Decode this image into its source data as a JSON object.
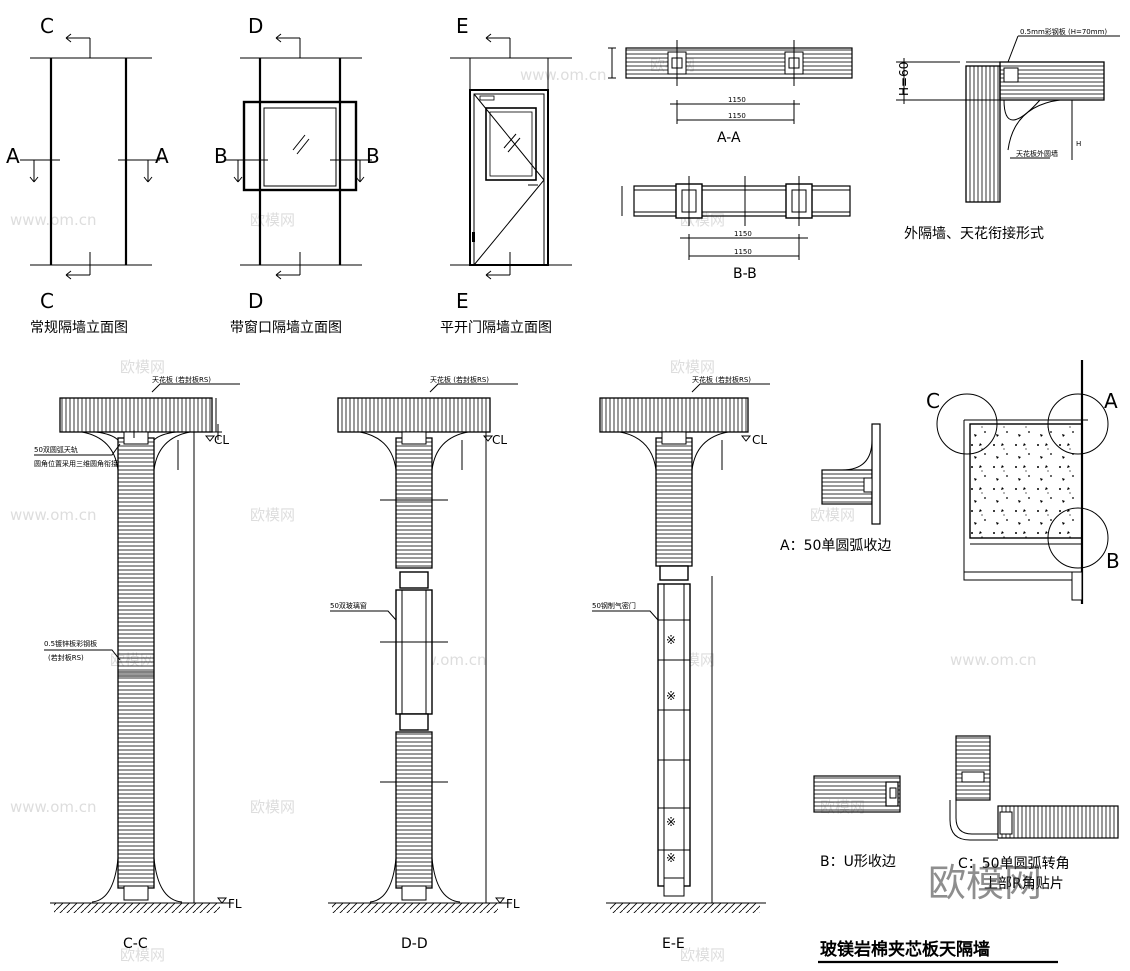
{
  "elevations": {
    "plain": {
      "section_top": "C",
      "section_bottom": "C",
      "side_left": "A",
      "side_right": "A",
      "caption": "常规隔墙立面图"
    },
    "window": {
      "section_top": "D",
      "section_bottom": "D",
      "side_left": "B",
      "side_right": "B",
      "caption": "带窗口隔墙立面图"
    },
    "door": {
      "section_top": "E",
      "section_bottom": "E",
      "caption": "平开门隔墙立面图"
    }
  },
  "sections": {
    "aa": {
      "label": "A-A",
      "dim": "1150"
    },
    "bb": {
      "label": "B-B",
      "dim": "1150"
    },
    "cc": {
      "label": "C-C"
    },
    "dd": {
      "label": "D-D"
    },
    "ee": {
      "label": "E-E"
    }
  },
  "junction": {
    "top_note": "0.5mm彩钢板 (H=70mm)",
    "height_label": "H=60",
    "side_label": "H",
    "lower_note": "天花板外圆墙",
    "caption": "外隔墙、天花衔接形式"
  },
  "notes": {
    "ceiling_panel": "天花板 (若封板RS)",
    "cl": "CL",
    "fl": "FL",
    "cove_1": "50双圆弧天轨",
    "cove_2": "圆角位置采用三维圆角衔接",
    "panel_1": "0.5镀锌板彩钢板",
    "panel_2": "(若封板RS)",
    "window_note": "50双玻璃窗",
    "door_note": "50钢制气密门"
  },
  "corner_plan": {
    "c": "C",
    "a": "A",
    "b": "B"
  },
  "details": {
    "a_caption": "A：50单圆弧收边",
    "b_caption": "B：U形收边",
    "c_caption_1": "C：50单圆弧转角",
    "c_caption_2": "上部R角贴片"
  },
  "main_title": "玻镁岩棉夹芯板天隔墙",
  "watermark": {
    "brand": "欧模网",
    "url": "www.om.cn"
  }
}
